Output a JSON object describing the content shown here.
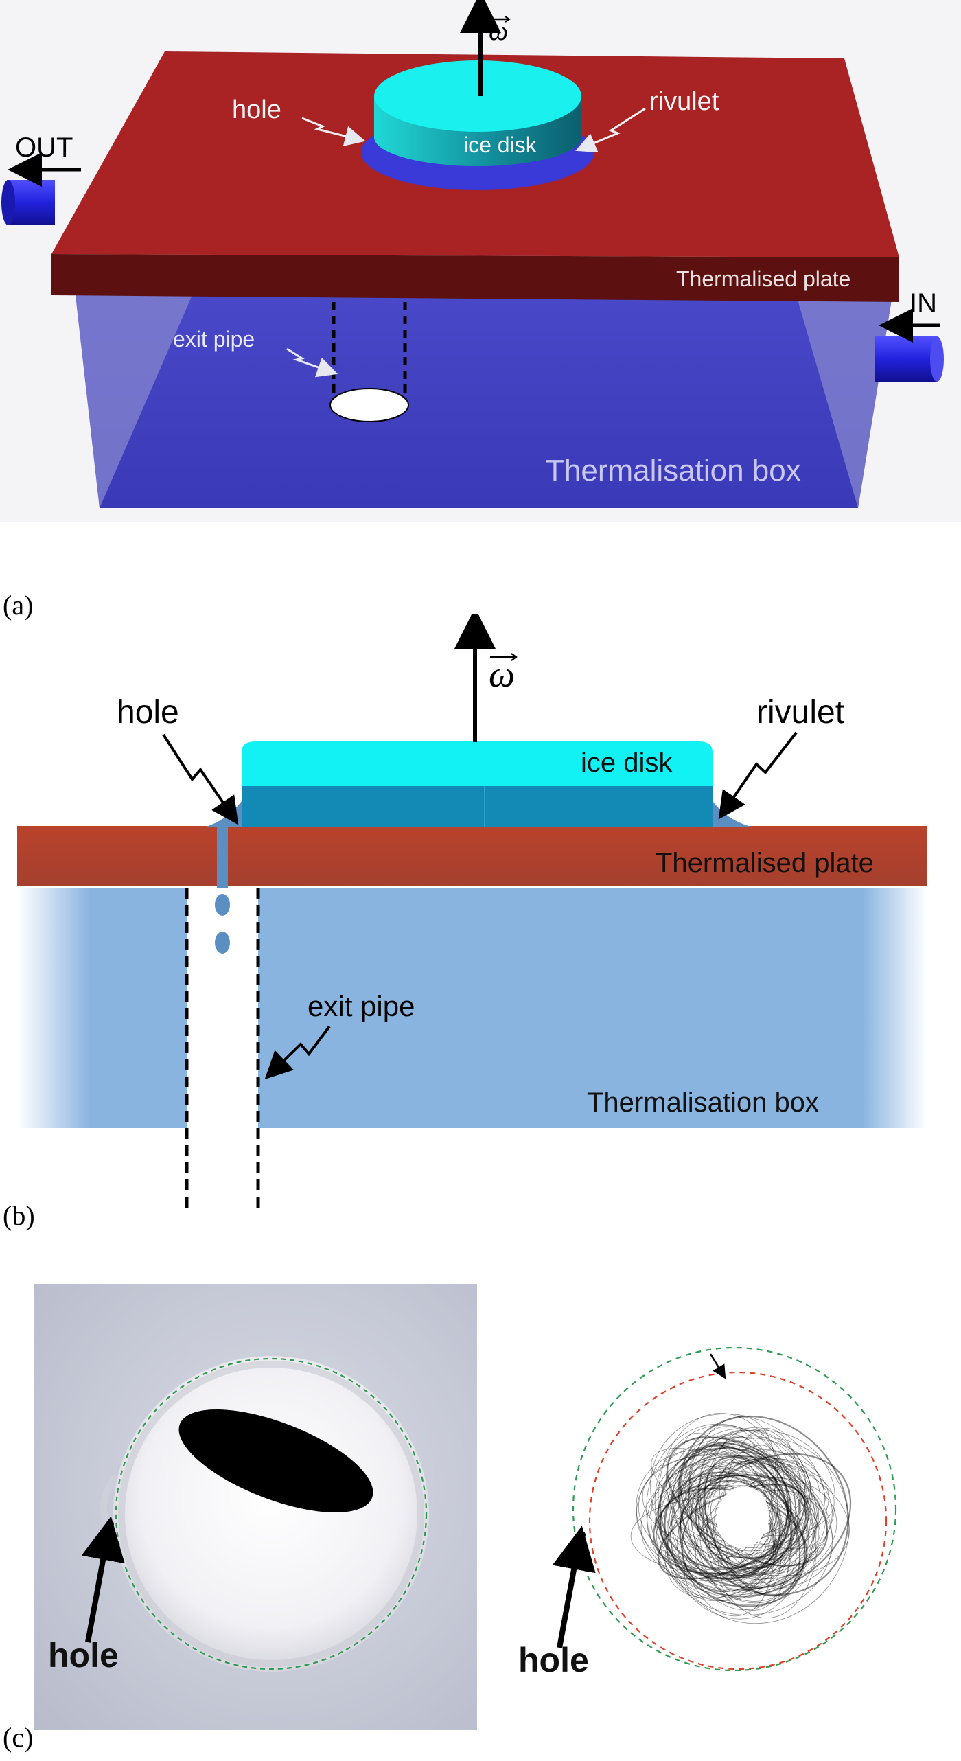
{
  "panel_a": {
    "label": "(a)",
    "omega": "ω",
    "hole": "hole",
    "rivulet": "rivulet",
    "ice_disk": "ice disk",
    "out": "OUT",
    "in": "IN",
    "plate": "Thermalised plate",
    "exit_pipe": "exit pipe",
    "box": "Thermalisation box",
    "colors": {
      "plate": "#a82222",
      "plate_edge": "#5a0f0f",
      "box": "#3f3fc0",
      "disk_top": "#19f0ee",
      "pipe": "#2d2de0"
    }
  },
  "panel_b": {
    "label": "(b)",
    "omega": "ω",
    "hole": "hole",
    "rivulet": "rivulet",
    "ice_disk": "ice disk",
    "plate": "Thermalised plate",
    "exit_pipe": "exit pipe",
    "box": "Thermalisation box",
    "colors": {
      "plate": "#b3452e",
      "box": "#8ab4e0",
      "disk_top": "#12f2f5",
      "disk_side": "#1389b5",
      "water": "#5b8fc2"
    }
  },
  "panel_c": {
    "label": "(c)",
    "hole_left": "hole",
    "hole_right": "hole",
    "colors": {
      "outer_circle": "#2e9a52",
      "inner_circle": "#e0402a",
      "trajectory": "#000000"
    }
  }
}
